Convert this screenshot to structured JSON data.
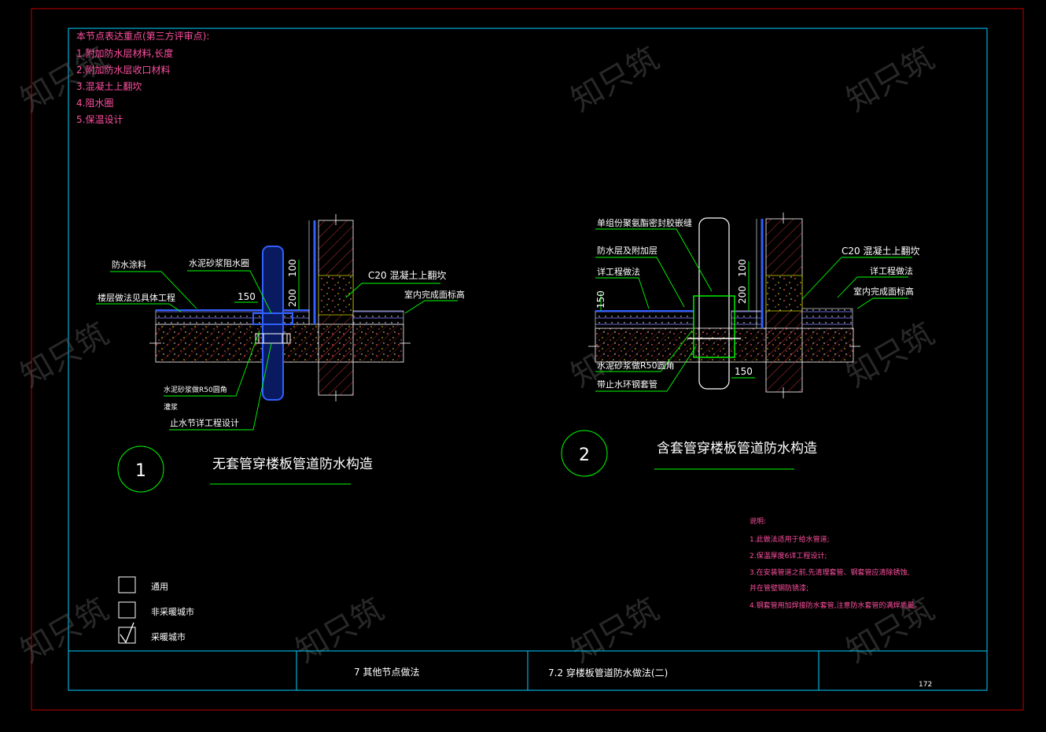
{
  "review_notes": {
    "heading": "本节点表达重点(第三方评审点):",
    "items": [
      "1.附加防水层材料,长度",
      "2.附加防水层收口材料",
      "3.混凝土上翻坎",
      "4.阻水圈",
      "5.保温设计"
    ]
  },
  "detail1": {
    "number": "1",
    "title": "无套管穿楼板管道防水构造",
    "labels": {
      "waterproof_coating": "防水涂料",
      "floor_layers": "楼层做法见具体工程",
      "mortar_ring": "水泥砂浆阻水圈",
      "c20": "C20 混凝土上翻坎",
      "finish_elev": "室内完成面标高",
      "mortar_r50": "水泥砂浆做R50圆角",
      "grout": "灌浆",
      "water_stop": "止水节详工程设计"
    },
    "dims": {
      "d150": "150",
      "d200": "200",
      "d100": "100"
    }
  },
  "detail2": {
    "number": "2",
    "title": "含套管穿楼板管道防水构造",
    "labels": {
      "sealant": "单组份聚氨酯密封胶嵌缝",
      "wp_layer": "防水层及附加层",
      "eng_detail_left": "详工程做法",
      "c20": "C20 混凝土上翻坎",
      "eng_detail_right": "详工程做法",
      "finish_elev": "室内完成面标高",
      "mortar_r50": "水泥砂浆做R50圆角",
      "sleeve": "带止水环钢套管"
    },
    "dims": {
      "d150_left": "150",
      "d200": "200",
      "d100": "100",
      "d150_bottom": "150"
    }
  },
  "notes": {
    "heading": "说明:",
    "items": [
      "1.此做法适用于给水管道;",
      "2.保温厚度6详工程设计;",
      "3.在安装管道之前,先清理套管、钢套管应清除锈蚀,",
      "   并在管壁钢防锈漆;",
      "4.钢套管用加焊接防水套管,注意防水套管的满焊质量。"
    ]
  },
  "legend": {
    "items": [
      {
        "label": "通用",
        "checked": false
      },
      {
        "label": "非采暖城市",
        "checked": false
      },
      {
        "label": "采暖城市",
        "checked": true
      }
    ]
  },
  "title_block": {
    "chapter": "7  其他节点做法",
    "section": "7.2  穿楼板管道防水做法(二)",
    "page": "172"
  },
  "colors": {
    "border_red": "#c00000",
    "frame_cyan": "#00d0ff",
    "leader_green": "#00ff00",
    "text_magenta": "#ff4fa0",
    "pipe_blue": "#3060ff",
    "hatch_red": "#e03030",
    "concrete_yellow": "#c8c800"
  }
}
